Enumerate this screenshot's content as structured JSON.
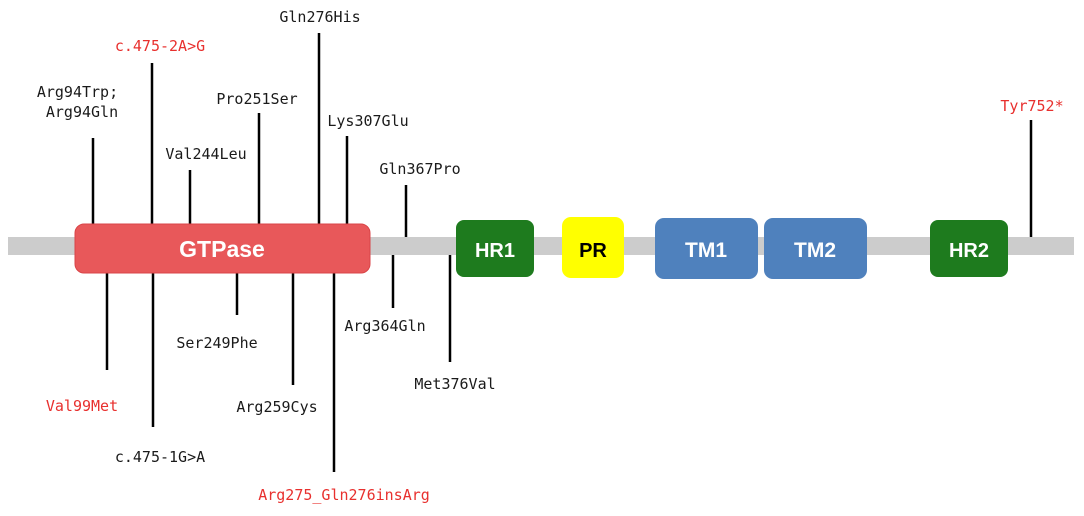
{
  "colors": {
    "backbone": "#cccccc",
    "stem": "#000000",
    "label_default": "#1a1a1a",
    "label_highlight": "#e8302e",
    "gtpase_fill": "#e8585a",
    "hr_fill": "#1e7b1e",
    "pr_fill": "#ffff00",
    "tm_fill": "#4f81bd"
  },
  "domains": {
    "gtpase": "GTPase",
    "hr1": "HR1",
    "pr": "PR",
    "tm1": "TM1",
    "tm2": "TM2",
    "hr2": "HR2"
  },
  "mutations_above": [
    {
      "id": "arg94",
      "lines": [
        "Arg94Trp;",
        "Arg94Gln"
      ],
      "highlight": false
    },
    {
      "id": "c475-2",
      "lines": [
        "c.475-2A>G"
      ],
      "highlight": true
    },
    {
      "id": "val244",
      "lines": [
        "Val244Leu"
      ],
      "highlight": false
    },
    {
      "id": "pro251",
      "lines": [
        "Pro251Ser"
      ],
      "highlight": false
    },
    {
      "id": "gln276",
      "lines": [
        "Gln276His"
      ],
      "highlight": false
    },
    {
      "id": "lys307",
      "lines": [
        "Lys307Glu"
      ],
      "highlight": false
    },
    {
      "id": "gln367",
      "lines": [
        "Gln367Pro"
      ],
      "highlight": false
    },
    {
      "id": "tyr752",
      "lines": [
        "Tyr752*"
      ],
      "highlight": true
    }
  ],
  "mutations_below": [
    {
      "id": "val99",
      "lines": [
        "Val99Met"
      ],
      "highlight": true
    },
    {
      "id": "c475-1",
      "lines": [
        "c.475-1G>A"
      ],
      "highlight": false
    },
    {
      "id": "ser249",
      "lines": [
        "Ser249Phe"
      ],
      "highlight": false
    },
    {
      "id": "arg259",
      "lines": [
        "Arg259Cys"
      ],
      "highlight": false
    },
    {
      "id": "arg275ins",
      "lines": [
        "Arg275_Gln276insArg"
      ],
      "highlight": true
    },
    {
      "id": "arg364",
      "lines": [
        "Arg364Gln"
      ],
      "highlight": false
    },
    {
      "id": "met376",
      "lines": [
        "Met376Val"
      ],
      "highlight": false
    }
  ]
}
